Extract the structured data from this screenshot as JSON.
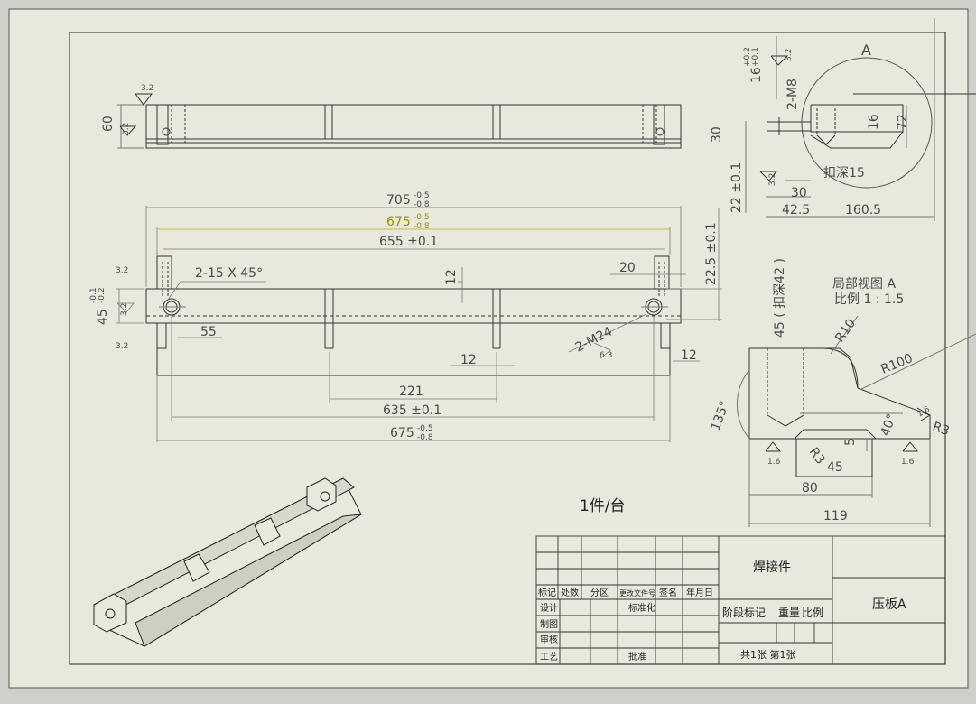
{
  "drawing": {
    "note_qty": "1件/台",
    "detail_title": "局部视图 A",
    "detail_scale": "比例 1 : 1.5",
    "section_label": "A"
  },
  "dims": {
    "d705": "705",
    "d705_tol_up": "-0.5",
    "d705_tol_dn": "-0.8",
    "d675_top": "675",
    "d675_tol_up": "-0.5",
    "d675_tol_dn": "-0.8",
    "d655": "655 ±0.1",
    "d635": "635 ±0.1",
    "d675_bot": "675",
    "d221": "221",
    "d12a": "12",
    "d12b": "12",
    "d12c": "12",
    "d20": "20",
    "d22_5": "22.5 ±0.1",
    "d45": "45",
    "d45_tol_up": "-0.1",
    "d45_tol_dn": "-0.2",
    "d55": "55",
    "chamfer": "2-15 X 45°",
    "m24": "2-M24",
    "d60": "60",
    "rough32": "3.2",
    "rough63": "6.3",
    "rough16": "1.6",
    "d16": "16",
    "d16_tol_up": "+0.2",
    "d16_tol_dn": "+0.1",
    "m8": "2-M8",
    "d30v": "30",
    "d22": "22 ±0.1",
    "d30h": "30",
    "d42_5": "42.5",
    "d160_5": "160.5",
    "d16s": "16",
    "d72": "72",
    "tap_depth": "扣深15",
    "tap_depth42": "45 ( 扣深42 )",
    "r10": "R10",
    "r100": "R100",
    "r3a": "R3",
    "r3b": "R3",
    "a135": "135°",
    "a40": "40°",
    "d5": "5",
    "d45b": "45",
    "d80": "80",
    "d119": "119"
  },
  "title_block": {
    "headers": [
      "标记",
      "处数",
      "分区",
      "更改文件号",
      "签名",
      "年月日"
    ],
    "design": "设计",
    "standard": "标准化",
    "drawn": "制图",
    "review": "审核",
    "process": "工艺",
    "approve": "批准",
    "part_type": "焊接件",
    "stage_mark": "阶段标记",
    "weight": "重量",
    "scale": "比例",
    "sheets": "共1张  第1张",
    "part_name": "压板A"
  }
}
